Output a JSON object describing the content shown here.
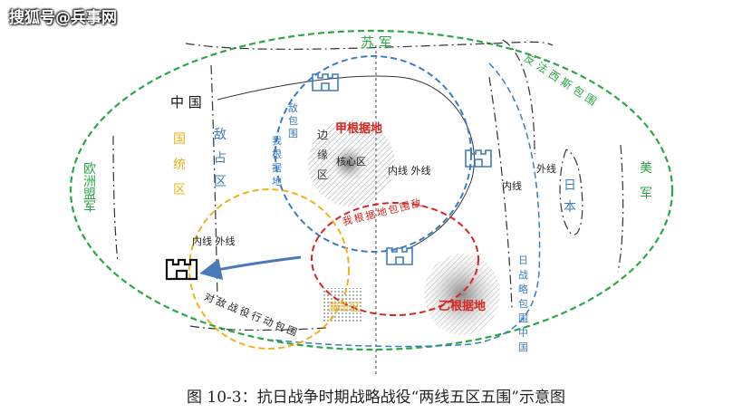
{
  "watermark": "搜狐号@兵事网",
  "labels": {
    "soviet": "苏  军",
    "europe": "欧洲盟军",
    "anti_fascist": "反法西斯包围",
    "usa": "美军",
    "china": "中  国",
    "enemy_occupied": "敌占区",
    "kmt_area": "国统区",
    "enemy_encircle_us": "敌包围",
    "we_encircle_enemy_1": "我根据地",
    "border_area": "边缘区",
    "base_a": "甲根据地",
    "core_area": "核心区",
    "inner_outer_1": "内线 外线",
    "inner_line_2": "内线",
    "outer_line_2": "外线",
    "we_encircle_enemy_2": "我根据地包围敌",
    "inner_outer_3": "内线 外线",
    "guerrilla_zone": "游击区",
    "base_b": "乙根据地",
    "japan": "日本",
    "sino_jp_war": "日战略包围中国",
    "encircle_enemy_campaign": "对敌战役行动包围"
  },
  "caption": "图 10-3：抗日战争时期战略战役“两线五区五围”示意图",
  "colors": {
    "green": "#2aa845",
    "blue": "#3a7cc1",
    "red": "#d9241f",
    "orange": "#f0b21c",
    "arrow": "#4b78b6"
  }
}
